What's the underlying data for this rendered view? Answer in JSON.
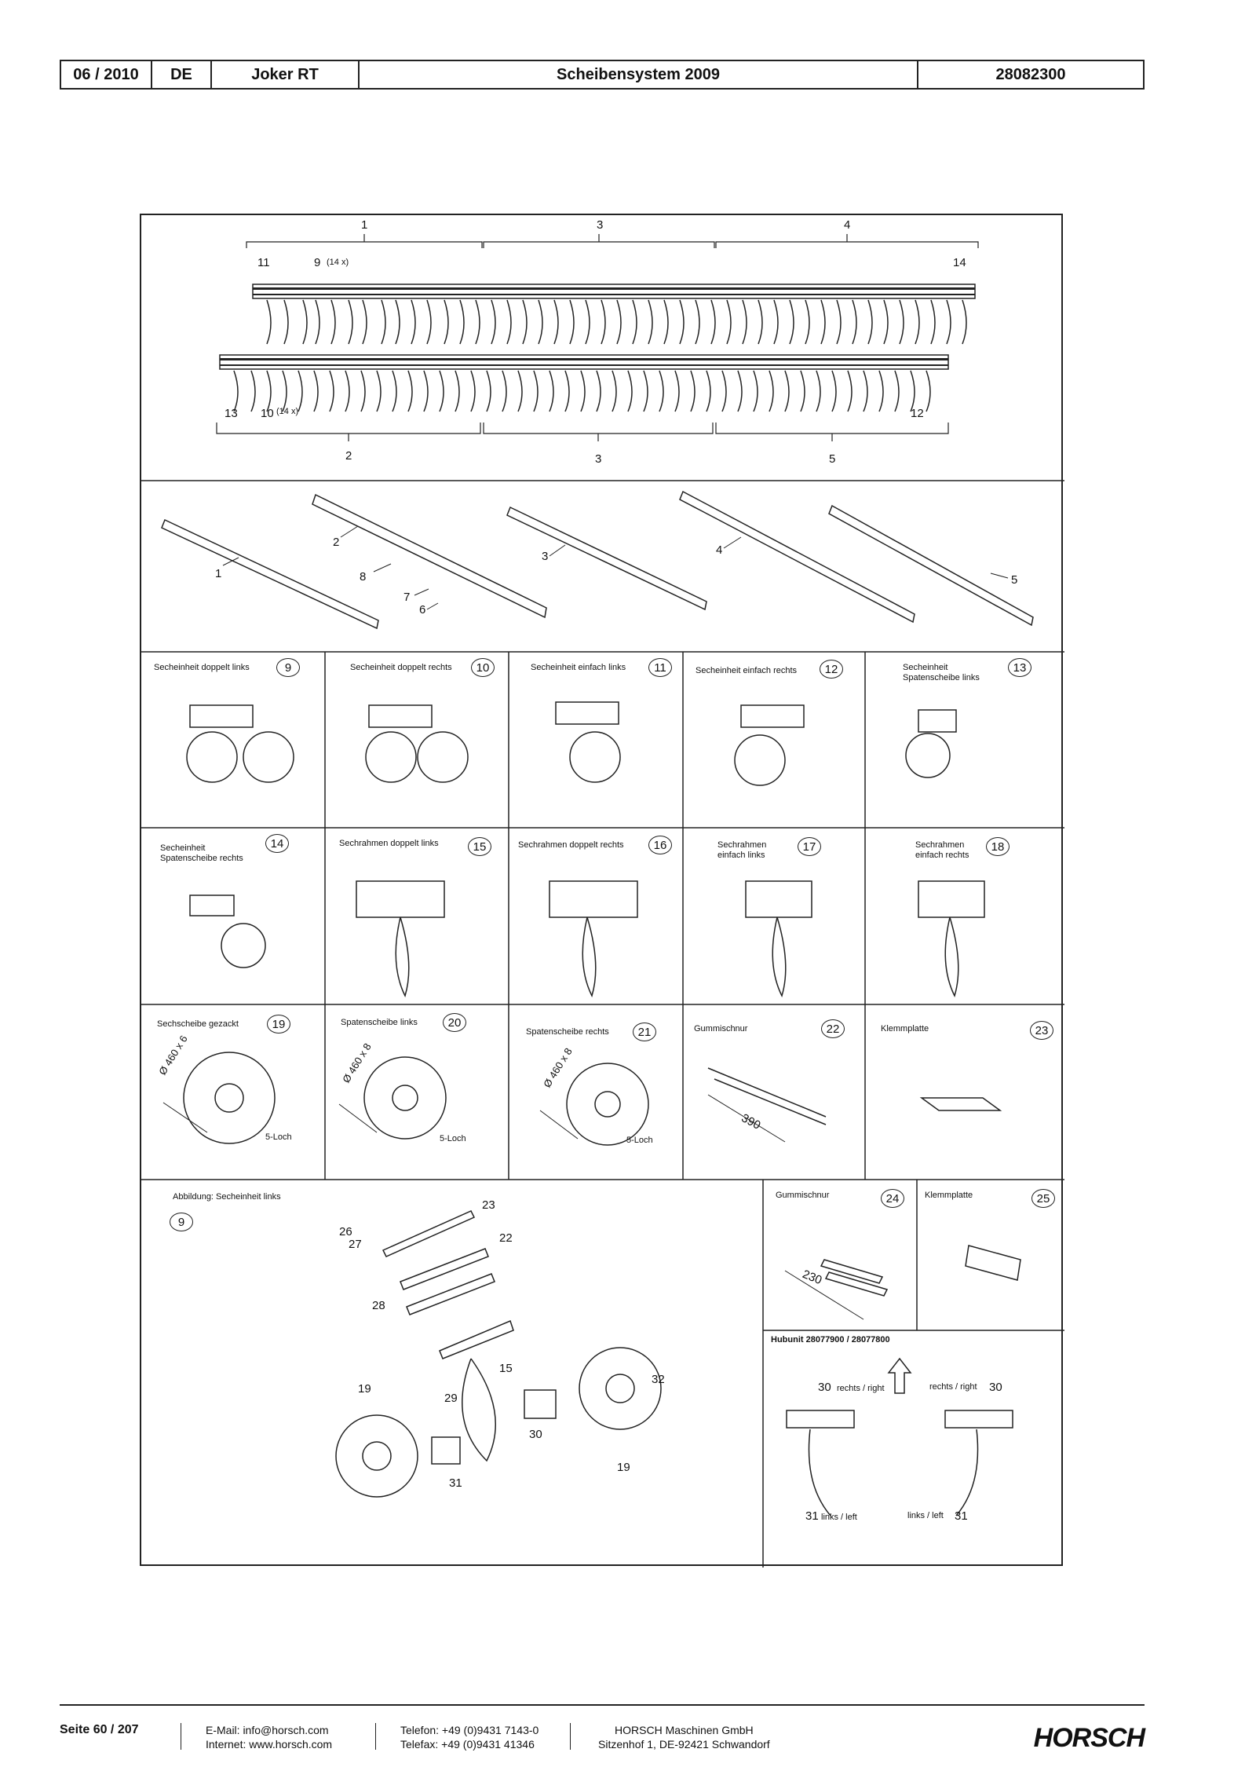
{
  "header": {
    "date": "06 / 2010",
    "lang": "DE",
    "model": "Joker RT",
    "title": "Scheibensystem 2009",
    "part_number": "28082300"
  },
  "overview": {
    "top_numbers": [
      "1",
      "3",
      "4"
    ],
    "left_top_labels": [
      "11",
      "9",
      "(14 x)"
    ],
    "right_top_label": "14",
    "bottom_left_labels": [
      "13",
      "10",
      "(14 x)"
    ],
    "bottom_right_label": "12",
    "bottom_numbers": [
      "2",
      "3",
      "5"
    ]
  },
  "frames": {
    "labels": [
      "1",
      "2",
      "3",
      "4",
      "5",
      "6",
      "7",
      "8"
    ]
  },
  "cells": [
    {
      "text": "Secheinheit doppelt links",
      "num": "9"
    },
    {
      "text": "Secheinheit doppelt rechts",
      "num": "10"
    },
    {
      "text": "Secheinheit einfach links",
      "num": "11"
    },
    {
      "text": "Secheinheit einfach rechts",
      "num": "12"
    },
    {
      "text": "Secheinheit Spatenscheibe links",
      "num": "13"
    },
    {
      "text": "Secheinheit Spatenscheibe rechts",
      "num": "14"
    },
    {
      "text": "Sechrahmen doppelt links",
      "num": "15"
    },
    {
      "text": "Sechrahmen doppelt rechts",
      "num": "16"
    },
    {
      "text": "Sechrahmen einfach links",
      "num": "17"
    },
    {
      "text": "Sechrahmen einfach rechts",
      "num": "18"
    },
    {
      "text": "Sechscheibe gezackt",
      "num": "19"
    },
    {
      "text": "Spatenscheibe links",
      "num": "20"
    },
    {
      "text": "Spatenscheibe rechts",
      "num": "21"
    },
    {
      "text": "Gummischnur",
      "num": "22"
    },
    {
      "text": "Klemmplatte",
      "num": "23"
    }
  ],
  "disc_labels": {
    "dim1": "Ø 460 x 6",
    "dim2": "Ø 460 x 8",
    "dim3": "Ø 460 x 8",
    "hole1": "5-Loch",
    "hole2": "5-Loch",
    "hole3": "5-Loch",
    "cord_len": "390",
    "cord_len_small": "230"
  },
  "detail": {
    "title": "Abbildung: Secheinheit links",
    "ref_num": "9",
    "callouts": [
      "23",
      "26",
      "27",
      "22",
      "28",
      "15",
      "19",
      "29",
      "32",
      "30",
      "31",
      "19"
    ]
  },
  "side": {
    "gummi": {
      "text": "Gummischnur",
      "num": "24"
    },
    "klemm": {
      "text": "Klemmplatte",
      "num": "25"
    },
    "hubunit_title": "Hubunit 28077900 / 28077800",
    "r_left": "30",
    "r_left_text": "rechts / right",
    "r_right_text": "rechts / right",
    "r_right": "30",
    "l_left": "31",
    "l_left_text": "links / left",
    "l_right_text": "links / left",
    "l_right": "31"
  },
  "footer": {
    "page": "Seite 60 / 207",
    "email": "E-Mail: info@horsch.com",
    "internet": "Internet: www.horsch.com",
    "tel": "Telefon: +49 (0)9431 7143-0",
    "fax": "Telefax: +49 (0)9431 41346",
    "company": "HORSCH Maschinen GmbH",
    "address": "Sitzenhof 1, DE-92421 Schwandorf",
    "logo": "HORSCH"
  }
}
